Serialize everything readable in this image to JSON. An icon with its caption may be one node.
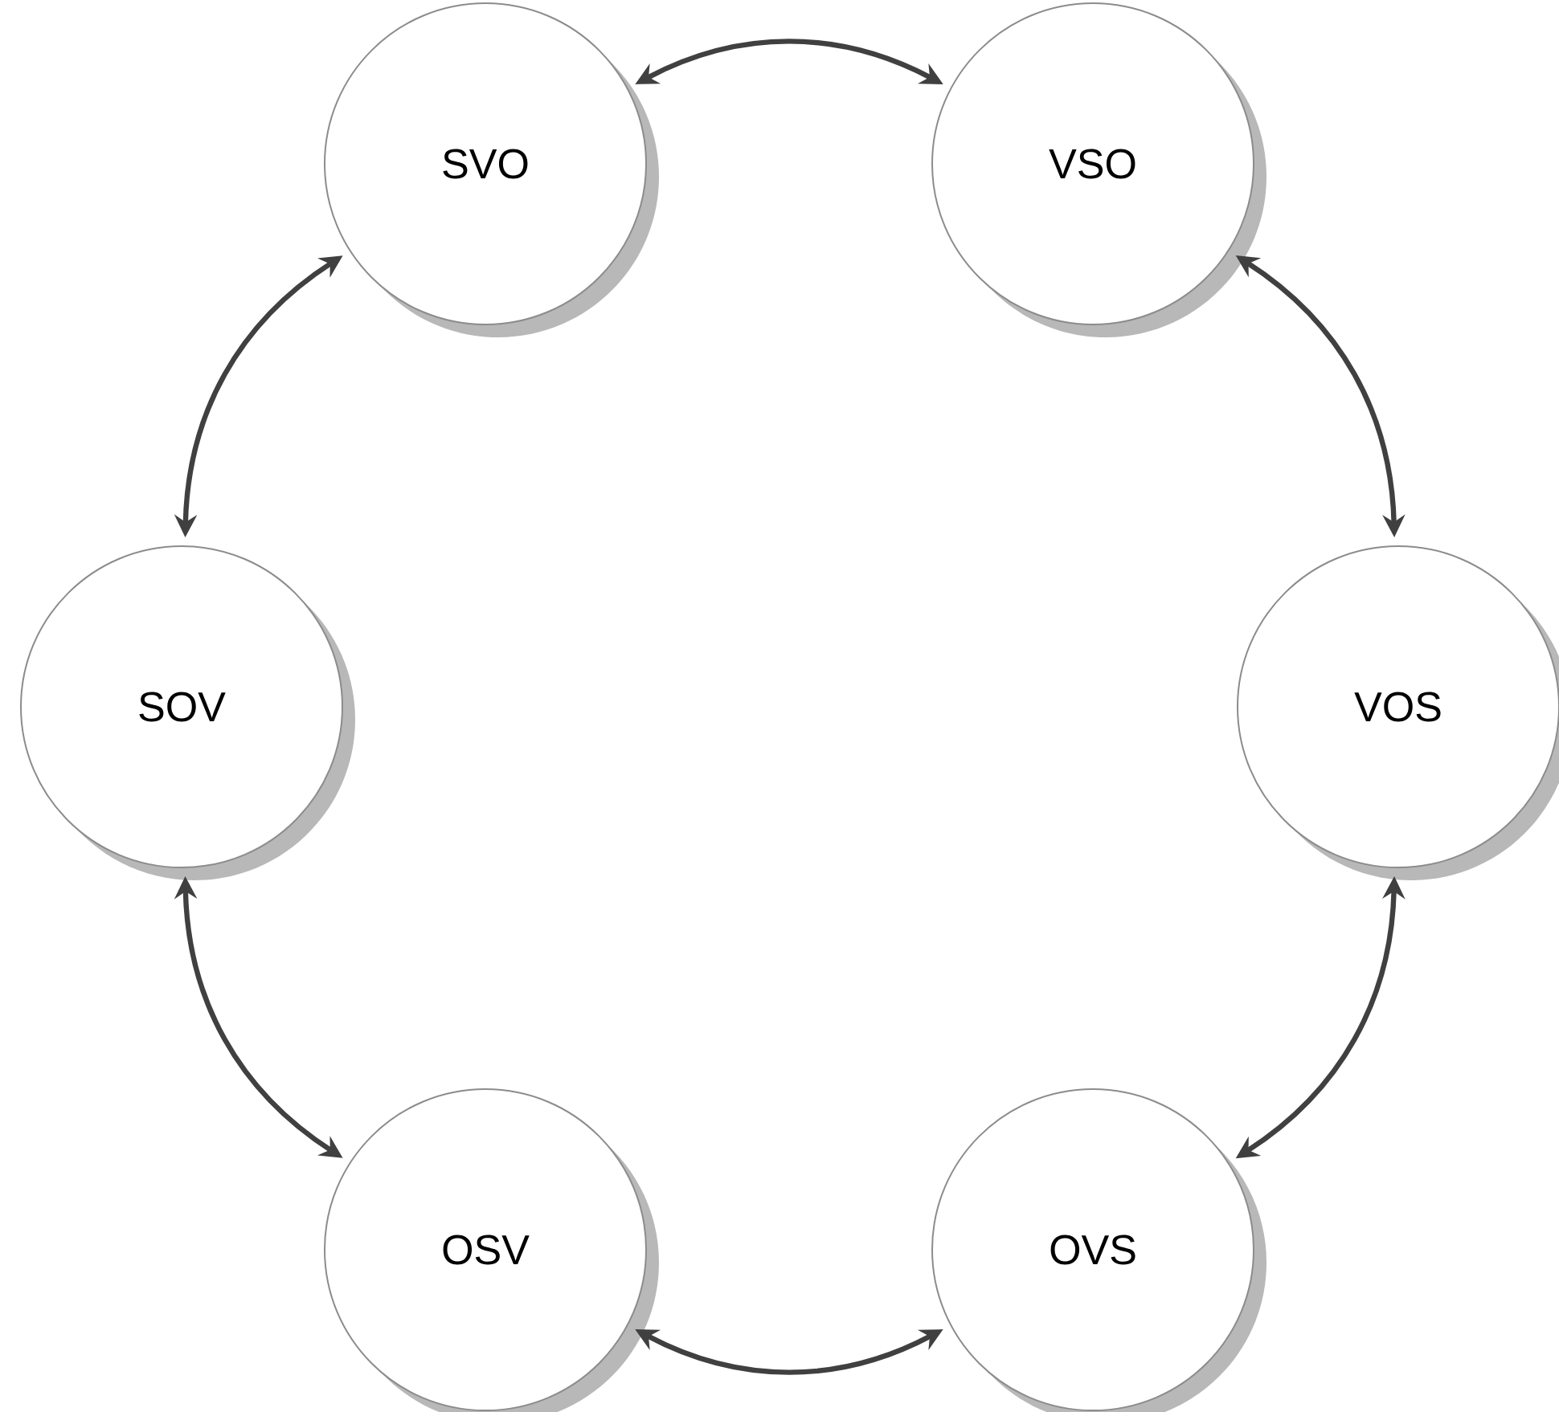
{
  "diagram": {
    "nodes": [
      {
        "text": [
          "SVO"
        ]
      },
      {
        "text": [
          "VSO"
        ]
      },
      {
        "text": [
          "VOS"
        ]
      },
      {
        "text": [
          "OVS"
        ]
      },
      {
        "text": [
          "OSV"
        ]
      },
      {
        "text": [
          "SOV"
        ]
      }
    ],
    "edges": [
      {
        "from": 0,
        "to": 1,
        "arrow": "both"
      },
      {
        "from": 1,
        "to": 2,
        "arrow": "both"
      },
      {
        "from": 2,
        "to": 3,
        "arrow": "both"
      },
      {
        "from": 3,
        "to": 4,
        "arrow": "both"
      },
      {
        "from": 4,
        "to": 5,
        "arrow": "both"
      },
      {
        "from": 5,
        "to": 0,
        "arrow": "both"
      }
    ]
  }
}
